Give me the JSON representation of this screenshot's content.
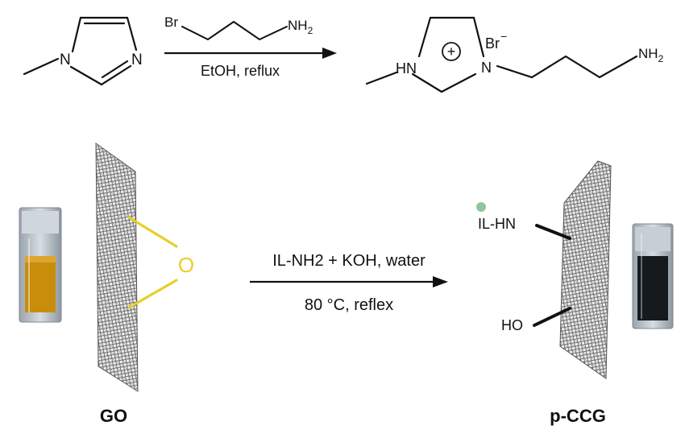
{
  "reaction1": {
    "reactant_atoms": {
      "n1": "N",
      "n3": "N"
    },
    "reagent_atoms": {
      "br": "Br",
      "amine": "NH",
      "amine_sub": "2"
    },
    "condition": "EtOH, reflux",
    "product_atoms": {
      "hn": "HN",
      "n_plus": "N",
      "charge": "+",
      "counter_ion": "Br",
      "counter_charge": "−",
      "amine": "NH",
      "amine_sub": "2"
    }
  },
  "reaction2": {
    "reactant_label": "GO",
    "reactant_group": "O",
    "condition_top": "IL-NH2 + KOH, water",
    "condition_bottom": "80 °C, reflex",
    "product_label": "p-CCG",
    "group_top": "IL-HN",
    "group_bottom": "HO"
  },
  "colors": {
    "ink": "#111111",
    "epoxide": "#e8cf2a",
    "go_dispersion": "#c98d0c",
    "ccg_dispersion": "#151a1e",
    "vial_glass": "#b9c1c9",
    "marker_dot": "#8fc79a"
  }
}
